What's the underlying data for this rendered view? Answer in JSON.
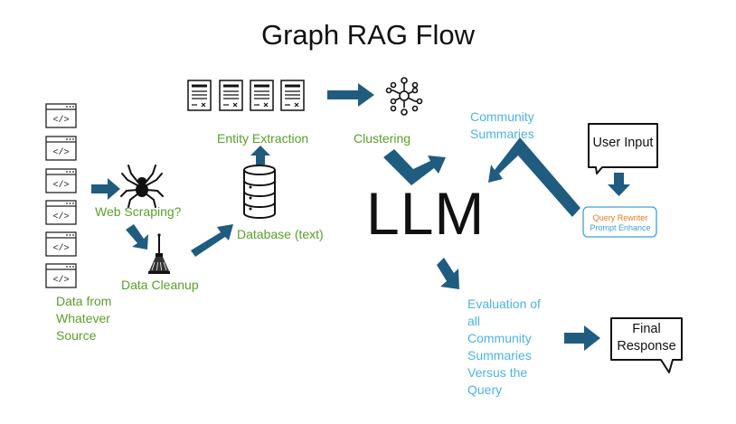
{
  "title": "Graph RAG Flow",
  "llm": "LLM",
  "labels": {
    "data_from_1": "Data from",
    "data_from_2": "Whatever",
    "data_from_3": "Source",
    "web_scraping": "Web Scraping?",
    "data_cleanup": "Data Cleanup",
    "database": "Database (text)",
    "entity_extraction": "Entity Extraction",
    "clustering": "Clustering",
    "community_1": "Community",
    "community_2": "Summaries",
    "user_input": "User Input",
    "query_rewriter": "Query Rewriter",
    "prompt_enhance": "Prompt Enhance",
    "eval_1": "Evaluation of",
    "eval_2": "all",
    "eval_3": "Community",
    "eval_4": "Summaries",
    "eval_5": "Versus the",
    "eval_6": "Query",
    "final_1": "Final",
    "final_2": "Response",
    "code_glyph": "</>"
  },
  "colors": {
    "arrow": "#1f5c80",
    "green_text": "#5aa02c",
    "blue_text": "#4db3e6",
    "query_rewriter": "#e07b20",
    "prompt_enhance": "#3ea0d8"
  },
  "icons": [
    "code-window-icon",
    "spider-icon",
    "broom-icon",
    "database-icon",
    "document-icon",
    "network-cluster-icon",
    "speech-bubble-icon"
  ]
}
